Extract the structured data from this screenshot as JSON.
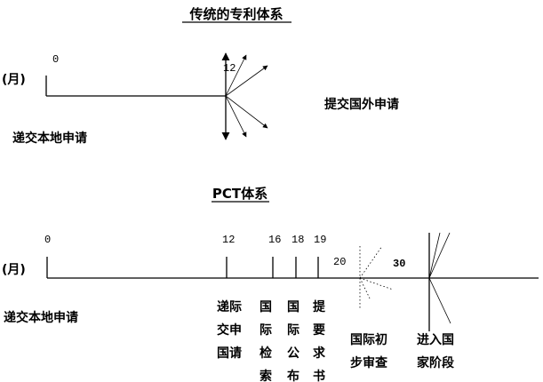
{
  "traditional": {
    "title": "传统的专利体系",
    "unit": "(月)",
    "tick_0": "0",
    "tick_12": "12",
    "file_local": "递交本地申请",
    "file_foreign": "提交国外申请"
  },
  "pct": {
    "title": "PCT体系",
    "unit": "(月)",
    "ticks": [
      "0",
      "12",
      "16",
      "18",
      "19",
      "20",
      "30"
    ],
    "file_local": "递交本地申请",
    "col_12": [
      "递际",
      "交申",
      "国请"
    ],
    "col_16": [
      "国",
      "际",
      "检",
      "索"
    ],
    "col_18": [
      "国",
      "际",
      "公",
      "布"
    ],
    "col_19": [
      "提",
      "要",
      "求",
      "书"
    ],
    "prelim_exam": [
      "国际初",
      "步审查"
    ],
    "national_phase": [
      "进入国",
      "家阶段"
    ]
  }
}
